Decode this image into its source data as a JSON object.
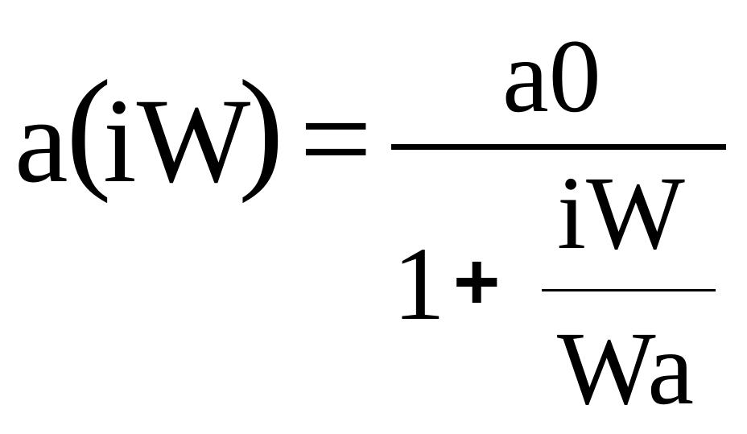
{
  "equation": {
    "lhs": {
      "function_name": "a",
      "open_paren": "(",
      "argument": "iW",
      "close_paren": ")"
    },
    "equals": "=",
    "main_fraction": {
      "numerator": "a0",
      "denominator": {
        "one": "1",
        "plus": "+",
        "inner_fraction": {
          "numerator": "iW",
          "denominator": "Wa"
        }
      }
    }
  }
}
